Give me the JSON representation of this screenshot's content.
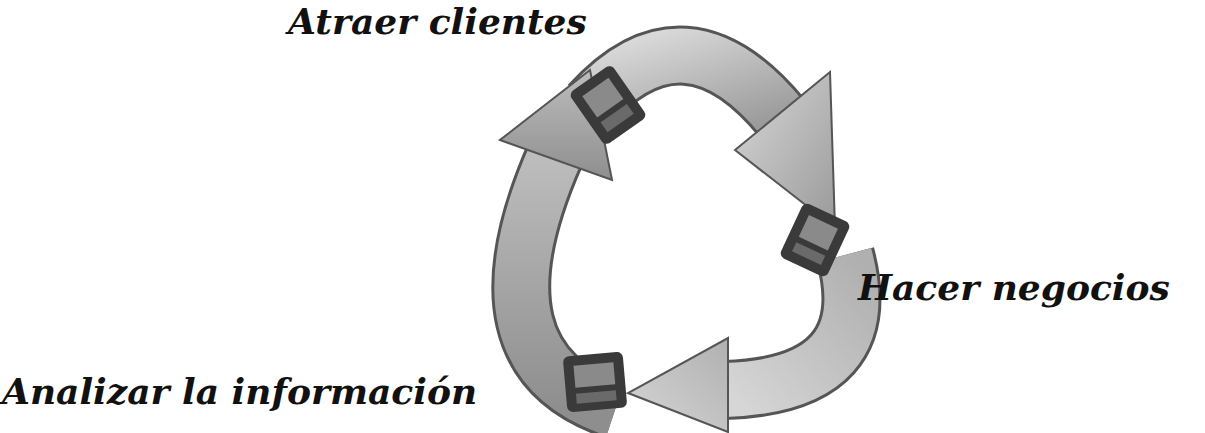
{
  "diagram": {
    "labels": [
      "Atraer clientes",
      "Hacer negocios",
      "Analizar la información"
    ]
  }
}
